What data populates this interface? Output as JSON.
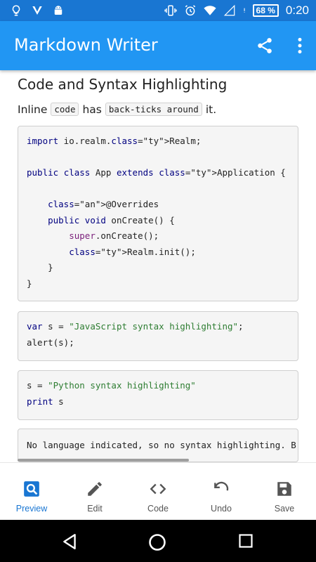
{
  "status_bar": {
    "battery_percent": "68 %",
    "time": "0:20",
    "icons": [
      "lightbulb-icon",
      "download-icon",
      "android-icon",
      "vibrate-icon",
      "alarm-icon",
      "wifi-icon",
      "signal-icon",
      "battery-icon"
    ]
  },
  "app_bar": {
    "title": "Markdown Writer",
    "actions": [
      "share-icon",
      "more-vert-icon"
    ]
  },
  "document": {
    "heading": "Code and Syntax Highlighting",
    "inline_line": {
      "word1": "Inline",
      "code1": "code",
      "word2": "has",
      "code2": "back-ticks around",
      "word3": "it."
    },
    "code_blocks": [
      {
        "lines": [
          "import io.realm.Realm;",
          "",
          "public class App extends Application {",
          "",
          "    @Overrides",
          "    public void onCreate() {",
          "        super.onCreate();",
          "        Realm.init();",
          "    }",
          "}"
        ]
      },
      {
        "lines": [
          "var s = \"JavaScript syntax highlighting\";",
          "alert(s);"
        ]
      },
      {
        "lines": [
          "s = \"Python syntax highlighting\"",
          "print s"
        ]
      },
      {
        "lines": [
          "No language indicated, so no syntax highlighting. B"
        ]
      }
    ]
  },
  "bottom_nav": {
    "items": [
      {
        "label": "Preview",
        "icon": "preview-search-icon",
        "active": true
      },
      {
        "label": "Edit",
        "icon": "pencil-icon",
        "active": false
      },
      {
        "label": "Code",
        "icon": "code-brackets-icon",
        "active": false
      },
      {
        "label": "Undo",
        "icon": "undo-icon",
        "active": false
      },
      {
        "label": "Save",
        "icon": "save-floppy-icon",
        "active": false
      }
    ]
  },
  "colors": {
    "status_bar": "#1976d2",
    "app_bar": "#2196f3",
    "active_nav": "#1976d2"
  }
}
